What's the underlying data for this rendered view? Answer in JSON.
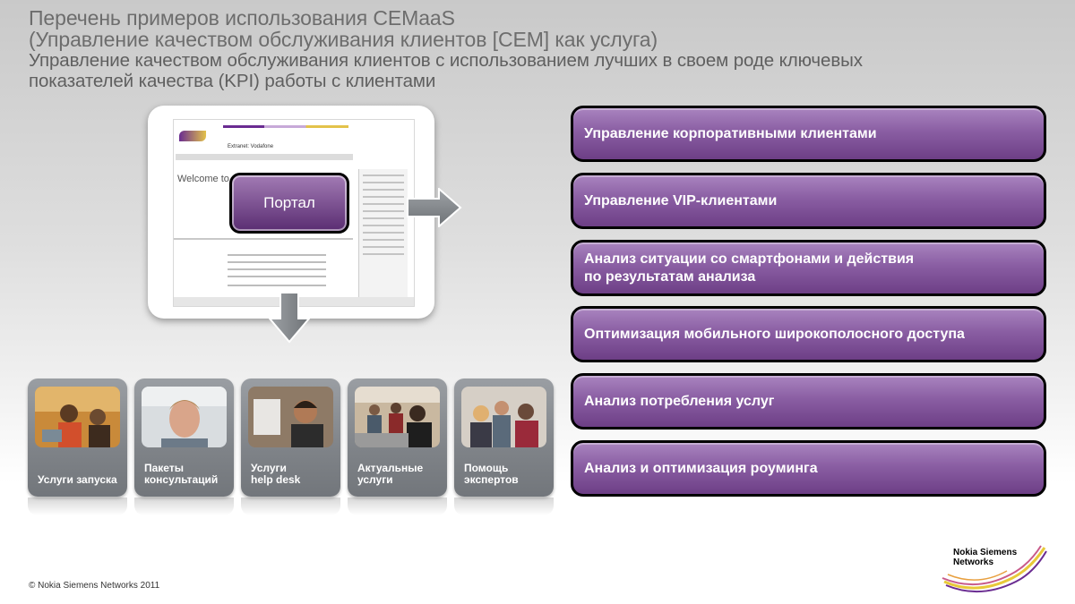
{
  "title": {
    "line1": "Перечень примеров использования CEMaaS",
    "line2": "(Управление качеством обслуживания клиентов [CEM] как услуга)",
    "line3": "Управление качеством обслуживания клиентов с использованием лучших в своем роде ключевых",
    "line4": "показателей качества (KPI) работы с клиентами"
  },
  "portal": {
    "button_label": "Портал",
    "mini_welcome": "Welcome to you",
    "mini_title": "Extranet: Vodafone"
  },
  "use_cases": [
    {
      "label": "Управление корпоративными клиентами"
    },
    {
      "label": "Управление VIP-клиентами"
    },
    {
      "label": "Анализ ситуации со смартфонами и действия\nпо результатам анализа"
    },
    {
      "label": "Оптимизация мобильного широкополосного доступа"
    },
    {
      "label": "Анализ потребления услуг"
    },
    {
      "label": "Анализ и оптимизация роуминга"
    }
  ],
  "services": [
    {
      "label": "Услуги запуска"
    },
    {
      "label": "Пакеты\nконсультаций"
    },
    {
      "label": "Услуги\nhelp desk"
    },
    {
      "label": "Актуальные\nуслуги"
    },
    {
      "label": "Помощь\nэкспертов"
    }
  ],
  "footer": {
    "copyright": "© Nokia Siemens Networks 2011",
    "logo_line1": "Nokia Siemens",
    "logo_line2": "Networks"
  },
  "colors": {
    "accent_purple": "#7a4a94",
    "tile_gray": "#84888d",
    "logo_yellow": "#e8c93a"
  }
}
